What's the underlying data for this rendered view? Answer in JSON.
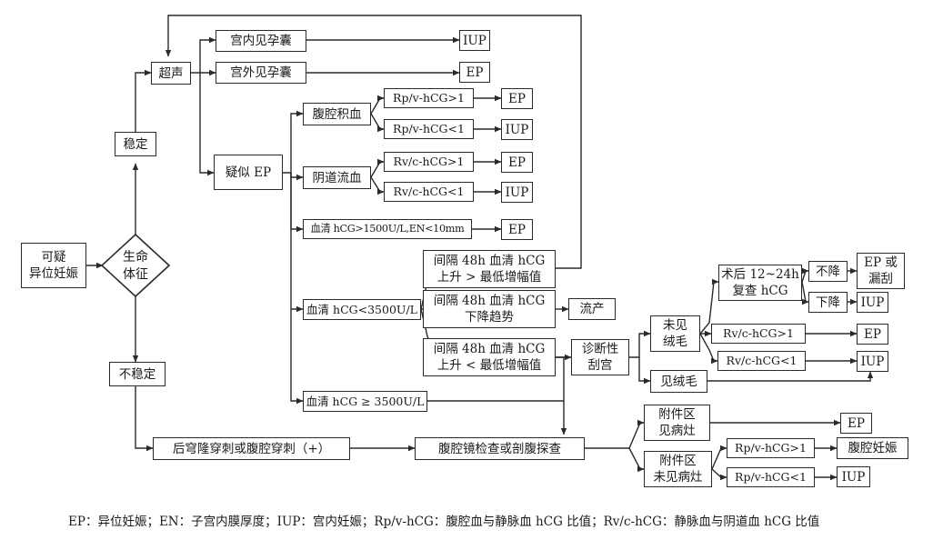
{
  "nodes": {
    "start": "可疑\n异位妊娠",
    "vital": "生命\n体征",
    "stable": "稳定",
    "unstable": "不稳定",
    "us": "超声",
    "intra_sac": "宫内见孕囊",
    "extra_sac": "宫外见孕囊",
    "iup1": "IUP",
    "ep1": "EP",
    "suspect_ep": "疑似 EP",
    "hemoperitoneum": "腹腔积血",
    "rpv_gt1": "Rp/v-hCG>1",
    "rpv_lt1": "Rp/v-hCG<1",
    "ep2": "EP",
    "iup2": "IUP",
    "vaginal_bleed": "阴道流血",
    "rvc_gt1": "Rv/c-hCG>1",
    "rvc_lt1": "Rv/c-hCG<1",
    "ep3": "EP",
    "iup3": "IUP",
    "hcg_gt1500": "血清 hCG>1500U/L,EN<10mm",
    "ep4": "EP",
    "hcg_lt3500": "血清 hCG<3500U/L",
    "rise_gt": "间隔 48h 血清 hCG\n上升 > 最低增幅值",
    "decline": "间隔 48h 血清 hCG\n下降趋势",
    "abortion": "流产",
    "rise_lt": "间隔 48h 血清 hCG\n上升 < 最低增幅值",
    "curettage": "诊断性\n刮宫",
    "hcg_ge3500": "血清 hCG ≥ 3500U/L",
    "no_villi": "未见\n绒毛",
    "recheck": "术后 12~24h\n复查 hCG",
    "no_drop": "不降",
    "ep_or_missed": "EP 或\n漏刮",
    "drop": "下降",
    "iup4": "IUP",
    "rvc_gt1_b": "Rv/c-hCG>1",
    "ep5": "EP",
    "rvc_lt1_b": "Rv/c-hCG<1",
    "iup5": "IUP",
    "villi": "见绒毛",
    "culdocentesis": "后穹隆穿刺或腹腔穿刺（+）",
    "laparoscopy": "腹腔镜检查或剖腹探查",
    "adnexa_lesion": "附件区\n见病灶",
    "ep6": "EP",
    "adnexa_no_lesion": "附件区\n未见病灶",
    "rpv_gt1_b": "Rp/v-hCG>1",
    "abd_preg": "腹腔妊娠",
    "rpv_lt1_b": "Rp/v-hCG<1",
    "iup6": "IUP"
  },
  "footer": "EP：异位妊娠；EN：子宫内膜厚度；IUP：宫内妊娠；Rp/v-hCG：腹腔血与静脉血 hCG 比值；Rv/c-hCG：静脉血与阴道血 hCG 比值"
}
